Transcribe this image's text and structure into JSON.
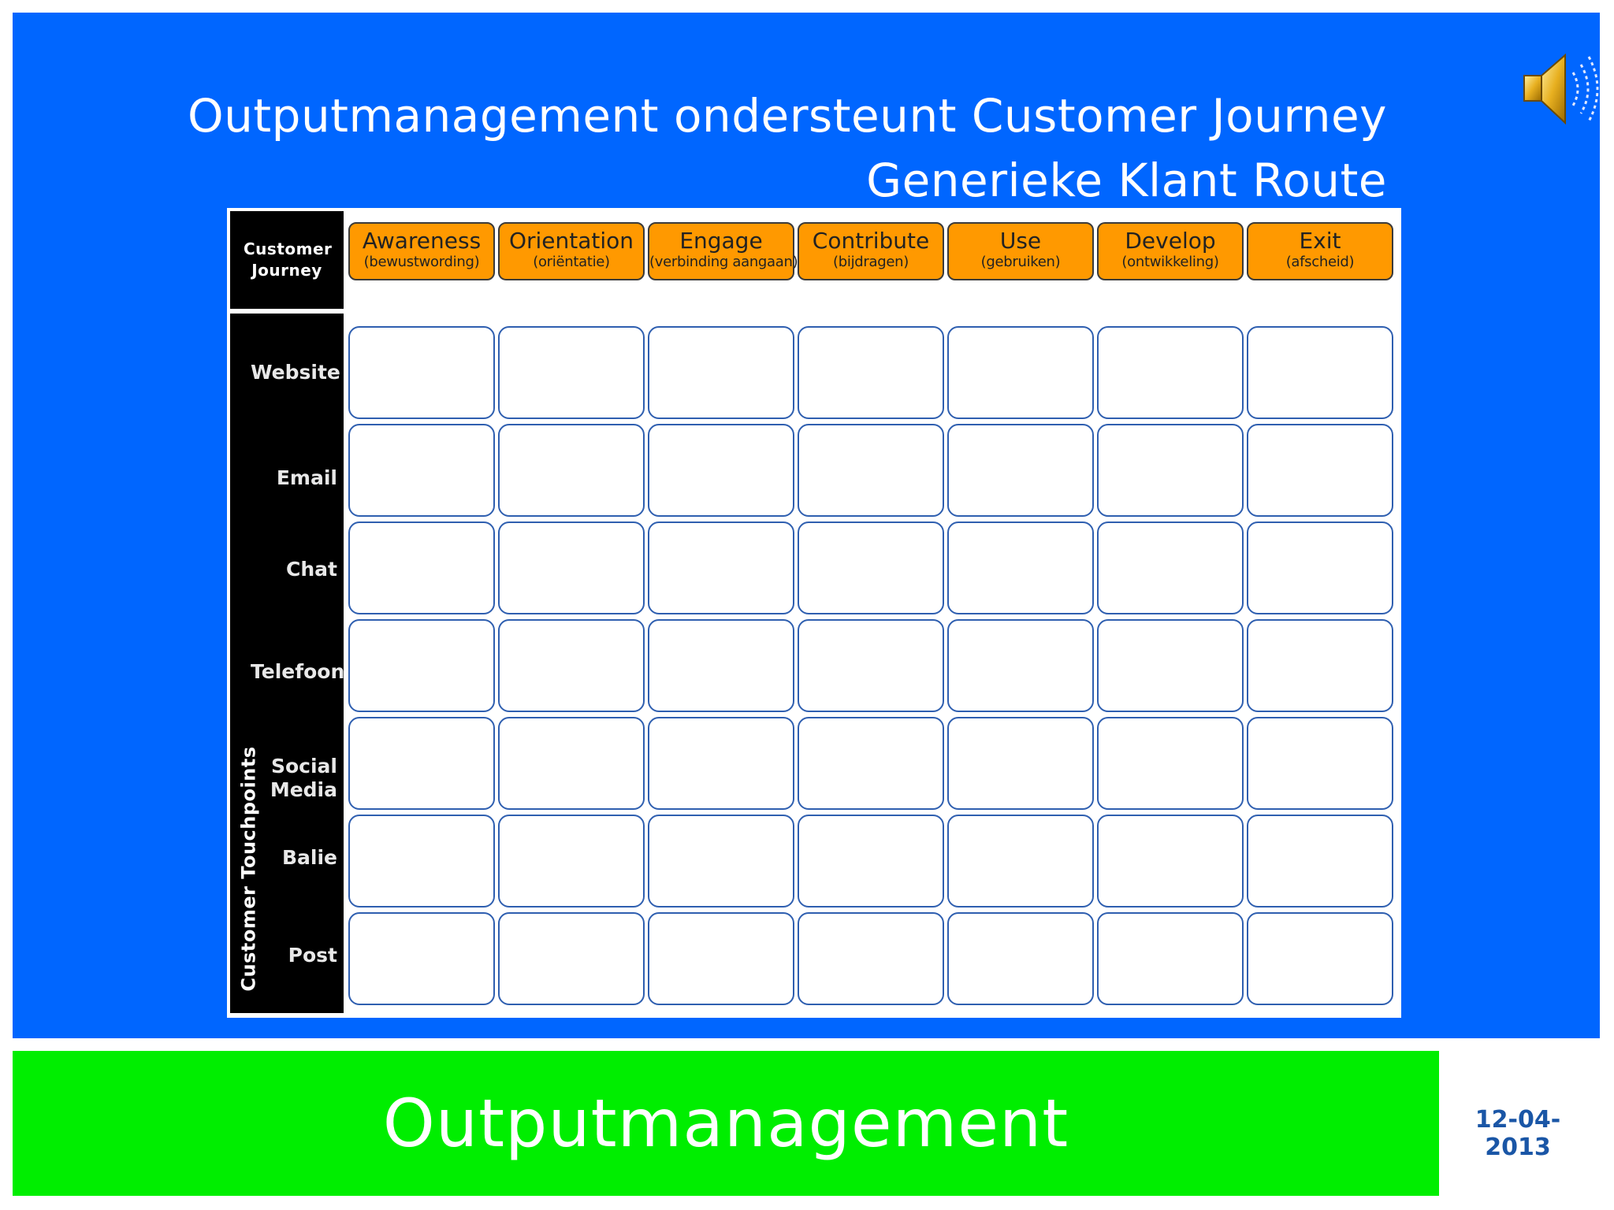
{
  "slide": {
    "title_line1": "Outputmanagement ondersteunt Customer Journey",
    "title_line2": "Generieke Klant Route",
    "speaker_icon": "speaker-icon"
  },
  "grid": {
    "corner_line1": "Customer",
    "corner_line2": "Journey",
    "side_label": "Customer Touchpoints",
    "stages": [
      {
        "name": "Awareness",
        "sub": "(bewustwording)"
      },
      {
        "name": "Orientation",
        "sub": "(oriëntatie)"
      },
      {
        "name": "Engage",
        "sub": "(verbinding aangaan)"
      },
      {
        "name": "Contribute",
        "sub": "(bijdragen)"
      },
      {
        "name": "Use",
        "sub": "(gebruiken)"
      },
      {
        "name": "Develop",
        "sub": "(ontwikkeling)"
      },
      {
        "name": "Exit",
        "sub": "(afscheid)"
      }
    ],
    "touchpoints": [
      {
        "line1": "Website",
        "line2": ""
      },
      {
        "line1": "Email",
        "line2": ""
      },
      {
        "line1": "Chat",
        "line2": ""
      },
      {
        "line1": "Telefoon",
        "line2": ""
      },
      {
        "line1": "Social",
        "line2": "Media"
      },
      {
        "line1": "Balie",
        "line2": ""
      },
      {
        "line1": "Post",
        "line2": ""
      }
    ],
    "colors": {
      "stage_fill": "#ff9900",
      "cell_border": "#2f5fb0",
      "sidebar": "#000000"
    }
  },
  "footer": {
    "title": "Outputmanagement",
    "date": "12-04-2013",
    "bar_color": "#00ee00",
    "background_color": "#0066ff"
  }
}
